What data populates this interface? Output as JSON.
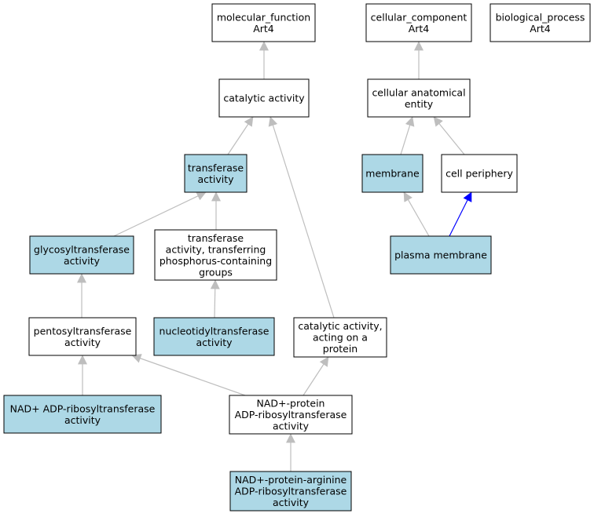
{
  "colors": {
    "highlight_fill": "#add8e6",
    "plain_fill": "#ffffff",
    "edge_default": "#bebebe",
    "edge_part_of": "#0000ff"
  },
  "nodes": {
    "molecular_function": {
      "lines": [
        "molecular_function",
        "Art4"
      ],
      "highlighted": false
    },
    "cellular_component": {
      "lines": [
        "cellular_component",
        "Art4"
      ],
      "highlighted": false
    },
    "biological_process": {
      "lines": [
        "biological_process",
        "Art4"
      ],
      "highlighted": false
    },
    "catalytic_activity": {
      "lines": [
        "catalytic activity"
      ],
      "highlighted": false
    },
    "cellular_anatomical_entity": {
      "lines": [
        "cellular anatomical",
        "entity"
      ],
      "highlighted": false
    },
    "transferase_activity": {
      "lines": [
        "transferase",
        "activity"
      ],
      "highlighted": true
    },
    "membrane": {
      "lines": [
        "membrane"
      ],
      "highlighted": true
    },
    "cell_periphery": {
      "lines": [
        "cell periphery"
      ],
      "highlighted": false
    },
    "glycosyltransferase_activity": {
      "lines": [
        "glycosyltransferase",
        "activity"
      ],
      "highlighted": true
    },
    "transferase_phosphorus": {
      "lines": [
        "transferase",
        "activity, transferring",
        "phosphorus-containing",
        "groups"
      ],
      "highlighted": false
    },
    "plasma_membrane": {
      "lines": [
        "plasma membrane"
      ],
      "highlighted": true
    },
    "pentosyltransferase_activity": {
      "lines": [
        "pentosyltransferase",
        "activity"
      ],
      "highlighted": false
    },
    "nucleotidyltransferase_activity": {
      "lines": [
        "nucleotidyltransferase",
        "activity"
      ],
      "highlighted": true
    },
    "catalytic_activity_protein": {
      "lines": [
        "catalytic activity,",
        "acting on a",
        "protein"
      ],
      "highlighted": false
    },
    "nad_adp_ribosyltransferase": {
      "lines": [
        "NAD+ ADP-ribosyltransferase",
        "activity"
      ],
      "highlighted": true
    },
    "nad_protein_adp_ribosyltransferase": {
      "lines": [
        "NAD+-protein",
        "ADP-ribosyltransferase",
        "activity"
      ],
      "highlighted": false
    },
    "nad_protein_arginine_adp_ribosyltransferase": {
      "lines": [
        "NAD+-protein-arginine",
        "ADP-ribosyltransferase",
        "activity"
      ],
      "highlighted": true
    }
  },
  "edges": [
    {
      "from": "catalytic_activity",
      "to": "molecular_function",
      "type": "is_a"
    },
    {
      "from": "cellular_anatomical_entity",
      "to": "cellular_component",
      "type": "is_a"
    },
    {
      "from": "transferase_activity",
      "to": "catalytic_activity",
      "type": "is_a"
    },
    {
      "from": "catalytic_activity_protein",
      "to": "catalytic_activity",
      "type": "is_a"
    },
    {
      "from": "membrane",
      "to": "cellular_anatomical_entity",
      "type": "is_a"
    },
    {
      "from": "cell_periphery",
      "to": "cellular_anatomical_entity",
      "type": "is_a"
    },
    {
      "from": "glycosyltransferase_activity",
      "to": "transferase_activity",
      "type": "is_a"
    },
    {
      "from": "transferase_phosphorus",
      "to": "transferase_activity",
      "type": "is_a"
    },
    {
      "from": "plasma_membrane",
      "to": "membrane",
      "type": "is_a"
    },
    {
      "from": "plasma_membrane",
      "to": "cell_periphery",
      "type": "part_of"
    },
    {
      "from": "pentosyltransferase_activity",
      "to": "glycosyltransferase_activity",
      "type": "is_a"
    },
    {
      "from": "nucleotidyltransferase_activity",
      "to": "transferase_phosphorus",
      "type": "is_a"
    },
    {
      "from": "nad_adp_ribosyltransferase",
      "to": "pentosyltransferase_activity",
      "type": "is_a"
    },
    {
      "from": "nad_protein_adp_ribosyltransferase",
      "to": "pentosyltransferase_activity",
      "type": "is_a"
    },
    {
      "from": "nad_protein_adp_ribosyltransferase",
      "to": "catalytic_activity_protein",
      "type": "is_a"
    },
    {
      "from": "nad_protein_arginine_adp_ribosyltransferase",
      "to": "nad_protein_adp_ribosyltransferase",
      "type": "is_a"
    }
  ]
}
